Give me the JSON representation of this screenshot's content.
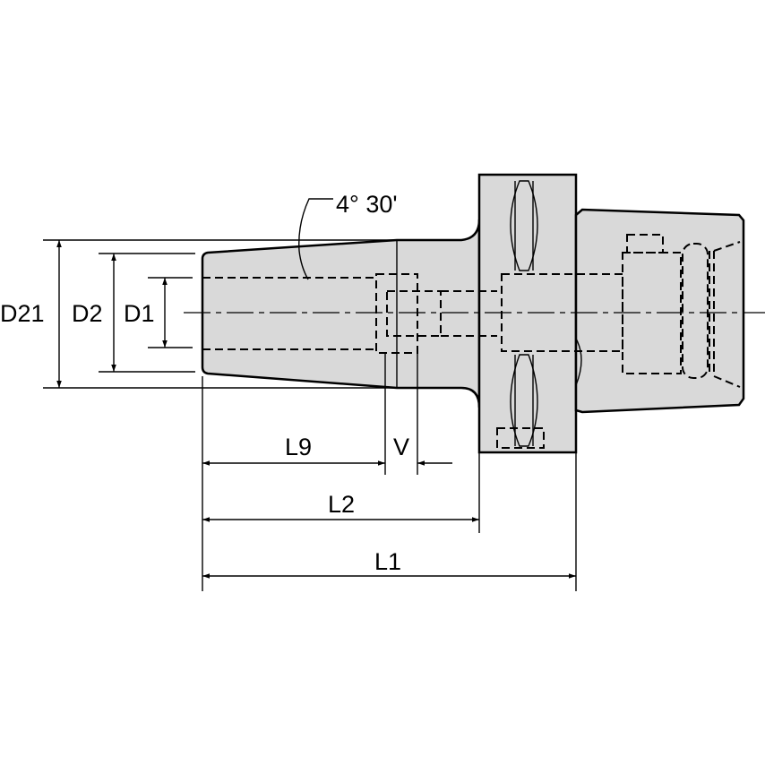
{
  "drawing": {
    "angle_label": "4° 30'",
    "dimensions": {
      "D21": "D21",
      "D2": "D2",
      "D1": "D1",
      "L9": "L9",
      "V": "V",
      "L2": "L2",
      "L1": "L1"
    },
    "colors": {
      "body": "#d9d9d9",
      "line": "#000000"
    }
  }
}
